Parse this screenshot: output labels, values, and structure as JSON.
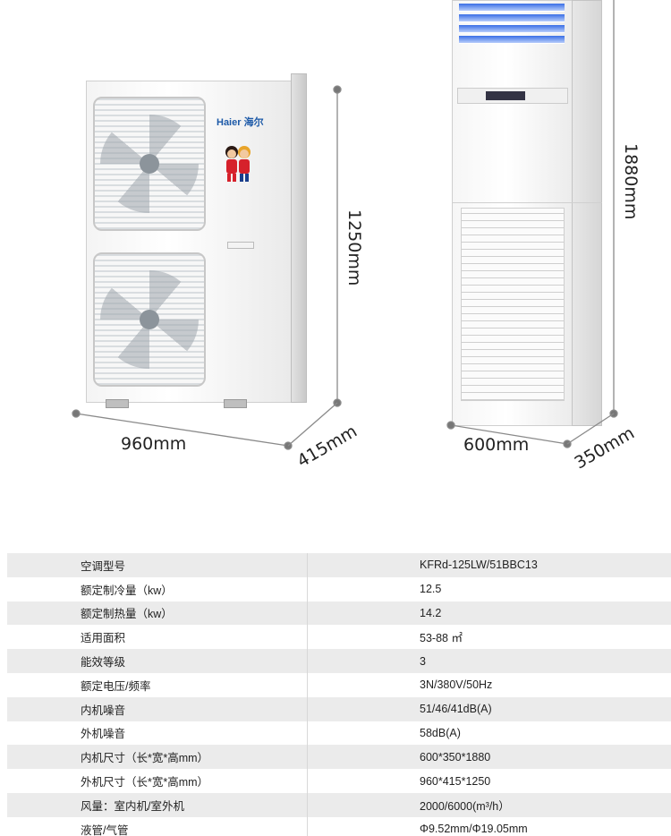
{
  "figure": {
    "outdoor_brand": "Haier 海尔",
    "dimensions": {
      "outdoor_width": "960mm",
      "outdoor_depth": "415mm",
      "outdoor_height": "1250mm",
      "indoor_width": "600mm",
      "indoor_depth": "350mm",
      "indoor_height": "1880mm"
    }
  },
  "spec_table": [
    {
      "label": "空调型号",
      "value": "KFRd-125LW/51BBC13"
    },
    {
      "label": "额定制冷量（kw）",
      "value": "12.5"
    },
    {
      "label": "额定制热量（kw）",
      "value": "14.2"
    },
    {
      "label": "适用面积",
      "value": "53-88 ㎡"
    },
    {
      "label": "能效等级",
      "value": "3"
    },
    {
      "label": "额定电压/频率",
      "value": "3N/380V/50Hz"
    },
    {
      "label": "内机噪音",
      "value": "51/46/41dB(A)"
    },
    {
      "label": "外机噪音",
      "value": "58dB(A)"
    },
    {
      "label": "内机尺寸（长*宽*高mm）",
      "value": "600*350*1880"
    },
    {
      "label": "外机尺寸（长*宽*高mm）",
      "value": "960*415*1250"
    },
    {
      "label": "风量：室内机/室外机",
      "value": "2000/6000(m³/h）"
    },
    {
      "label": "液管/气管",
      "value": "Φ9.52mm/Φ19.05mm"
    }
  ]
}
